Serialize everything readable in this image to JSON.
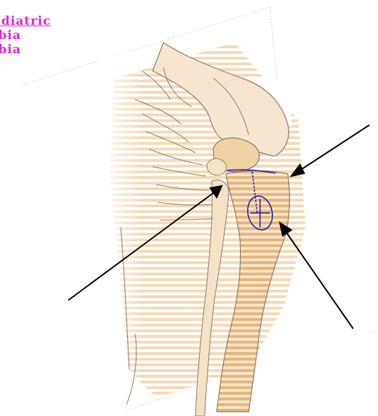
{
  "labels": {
    "line1": "ediatric",
    "line2": "ibia",
    "line3": "ibia"
  },
  "colors": {
    "label": "#e81fd6",
    "bone": "#e8c08c",
    "outline": "#8a7a66",
    "annotation": "#1a1aa0",
    "arrow": "#000000"
  }
}
